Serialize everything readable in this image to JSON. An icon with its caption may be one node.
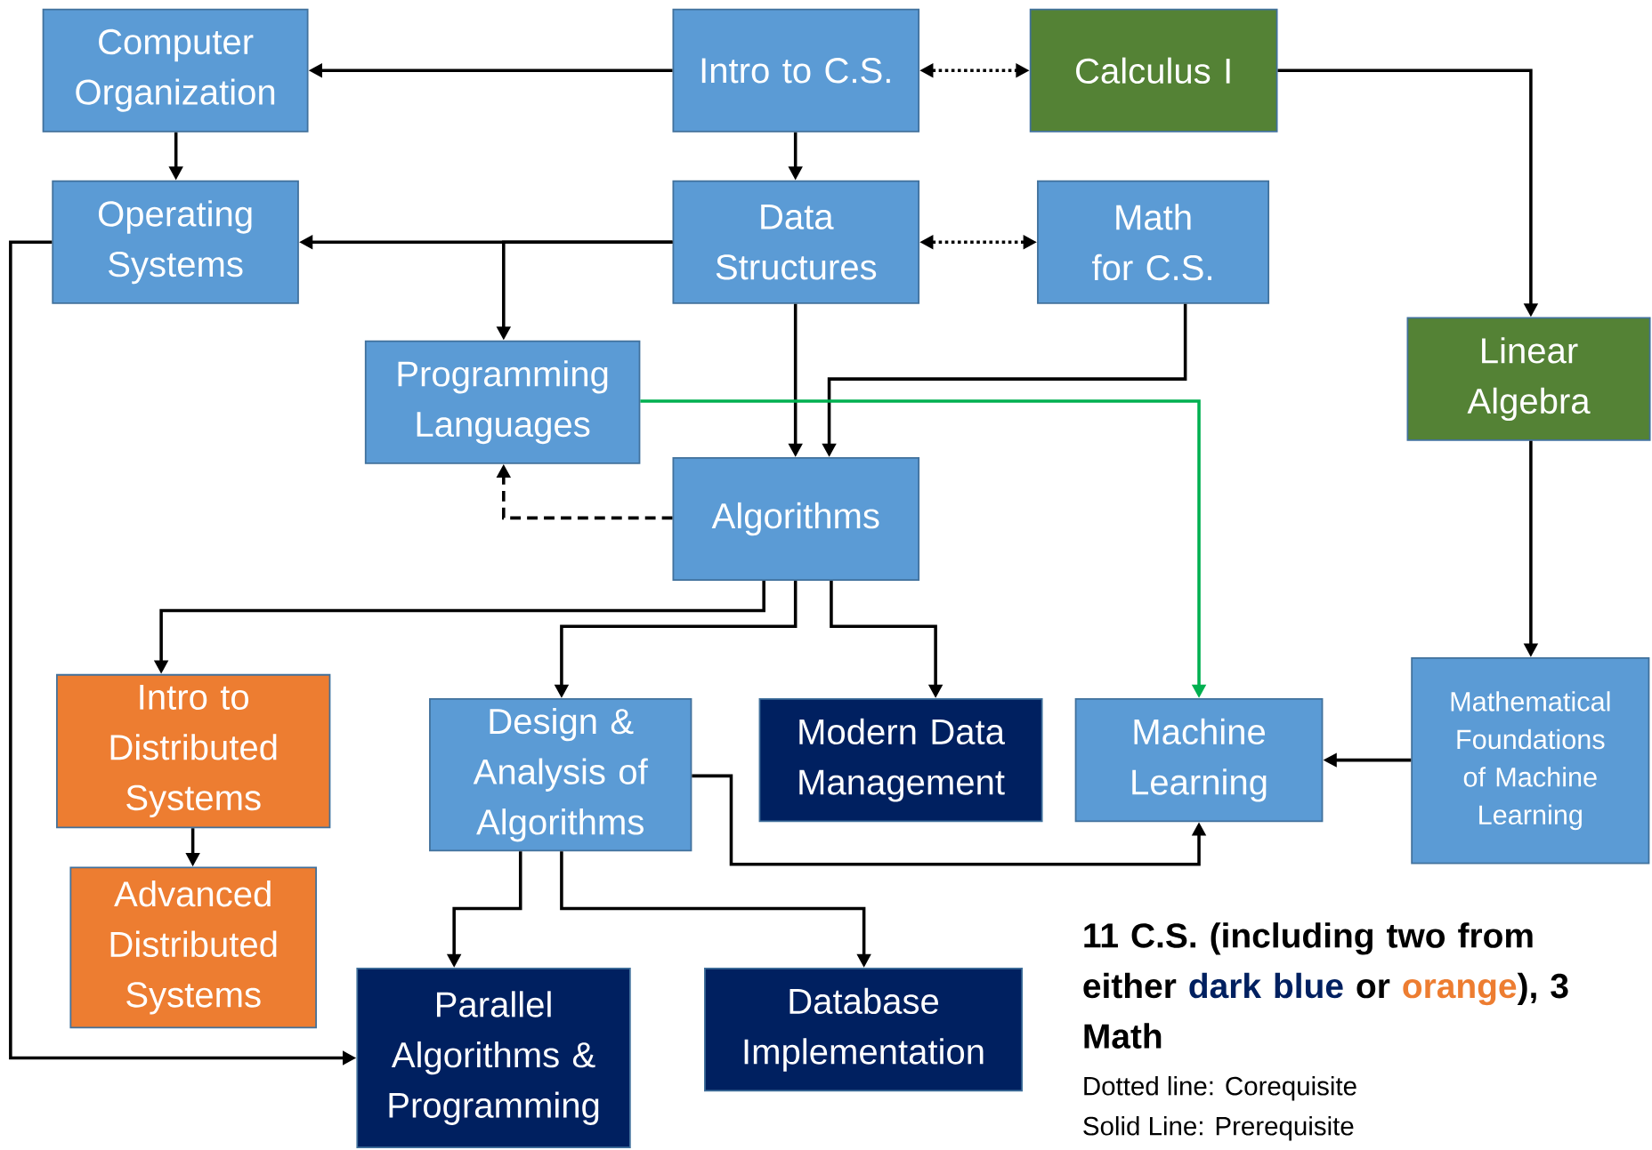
{
  "diagram": {
    "nodes": [
      {
        "text": [
          "Computer Organization"
        ]
      },
      {
        "text": [
          "Intro to C.S."
        ]
      },
      {
        "text": [
          "Calculus I"
        ]
      },
      {
        "text": [
          "Operating Systems"
        ]
      },
      {
        "text": [
          "Data Structures"
        ]
      },
      {
        "text": [
          "Math for C.S."
        ]
      },
      {
        "text": [
          "Linear Algebra"
        ]
      },
      {
        "text": [
          "Programming Languages"
        ]
      },
      {
        "text": [
          "Algorithms"
        ]
      },
      {
        "text": [
          "Intro to Distributed Systems"
        ]
      },
      {
        "text": [
          "Design & Analysis of Algorithms"
        ]
      },
      {
        "text": [
          "Modern Data Management"
        ]
      },
      {
        "text": [
          "Machine Learning"
        ]
      },
      {
        "text": [
          "Mathematical Foundations of Machine Learning"
        ]
      },
      {
        "text": [
          "Advanced Distributed Systems"
        ]
      },
      {
        "text": [
          "Parallel Algorithms & Programming"
        ]
      },
      {
        "text": [
          "Database Implementation"
        ]
      }
    ],
    "edges": [
      {
        "from": 1,
        "to": 0,
        "arrow": "to"
      },
      {
        "from": 1,
        "to": 2,
        "arrow": "both",
        "style": "dashed"
      },
      {
        "from": 0,
        "to": 3,
        "arrow": "to"
      },
      {
        "from": 1,
        "to": 4,
        "arrow": "to"
      },
      {
        "from": 4,
        "to": 3,
        "arrow": "to"
      },
      {
        "from": 4,
        "to": 7,
        "arrow": "to"
      },
      {
        "from": 4,
        "to": 5,
        "arrow": "both",
        "style": "dashed"
      },
      {
        "from": 4,
        "to": 8,
        "arrow": "to"
      },
      {
        "from": 5,
        "to": 8,
        "arrow": "to"
      },
      {
        "from": 2,
        "to": 6,
        "arrow": "to"
      },
      {
        "from": 8,
        "to": 7,
        "arrow": "to",
        "style": "dashed"
      },
      {
        "from": 7,
        "to": 12,
        "arrow": "to",
        "color": "#00b050"
      },
      {
        "from": 8,
        "to": 9,
        "arrow": "to"
      },
      {
        "from": 8,
        "to": 10,
        "arrow": "to"
      },
      {
        "from": 8,
        "to": 11,
        "arrow": "to"
      },
      {
        "from": 6,
        "to": 13,
        "arrow": "to"
      },
      {
        "from": 13,
        "to": 12,
        "arrow": "to"
      },
      {
        "from": 10,
        "to": 12,
        "arrow": "to"
      },
      {
        "from": 9,
        "to": 14,
        "arrow": "to"
      },
      {
        "from": 10,
        "to": 15,
        "arrow": "to"
      },
      {
        "from": 10,
        "to": 16,
        "arrow": "to"
      },
      {
        "from": 3,
        "to": 15,
        "arrow": "to"
      }
    ],
    "labels": [
      "11 C.S. (including two from either",
      "dark blue",
      "or",
      "orange",
      "), 3 Math",
      "Dotted line: Corequisite",
      "Solid Line: Prerequisite"
    ]
  }
}
